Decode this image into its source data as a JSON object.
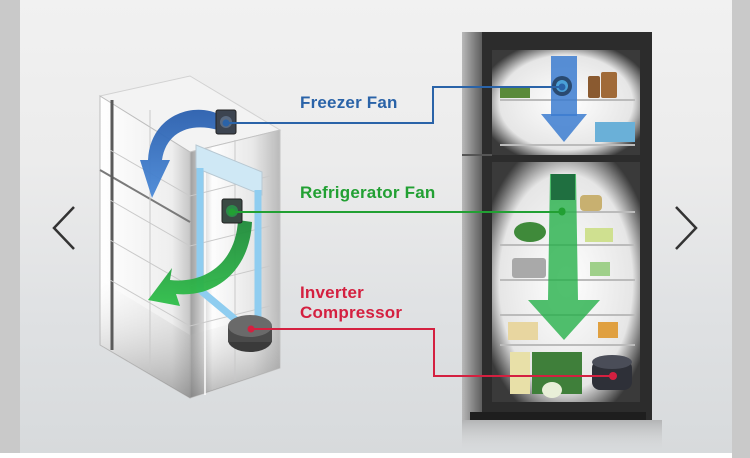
{
  "diagram": {
    "title": "Refrigerator airflow: dual fans and inverter compressor",
    "labels": {
      "freezer_fan": "Freezer Fan",
      "refrigerator_fan": "Refrigerator Fan",
      "compressor_line1": "Inverter",
      "compressor_line2": "Compressor"
    },
    "colors": {
      "freezer": "#2a63a8",
      "refrigerator": "#22a033",
      "compressor": "#d42040",
      "duct": "#8fcdf0"
    }
  },
  "carousel": {
    "prev_icon": "chevron-left-icon",
    "next_icon": "chevron-right-icon"
  }
}
